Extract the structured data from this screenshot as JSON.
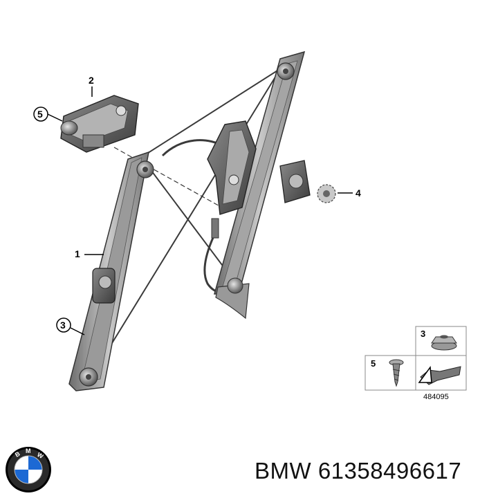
{
  "callouts": {
    "c1": "1",
    "c2": "2",
    "c3": "3",
    "c4": "4",
    "c5": "5"
  },
  "legend": {
    "item_nut": "3",
    "item_screw": "5"
  },
  "reference_number": "484095",
  "brand_logo": {
    "letters": "BMW",
    "colors": {
      "blue": "#1c69d4",
      "white": "#ffffff",
      "ring": "#000000"
    }
  },
  "part_label": "BMW 61358496617"
}
